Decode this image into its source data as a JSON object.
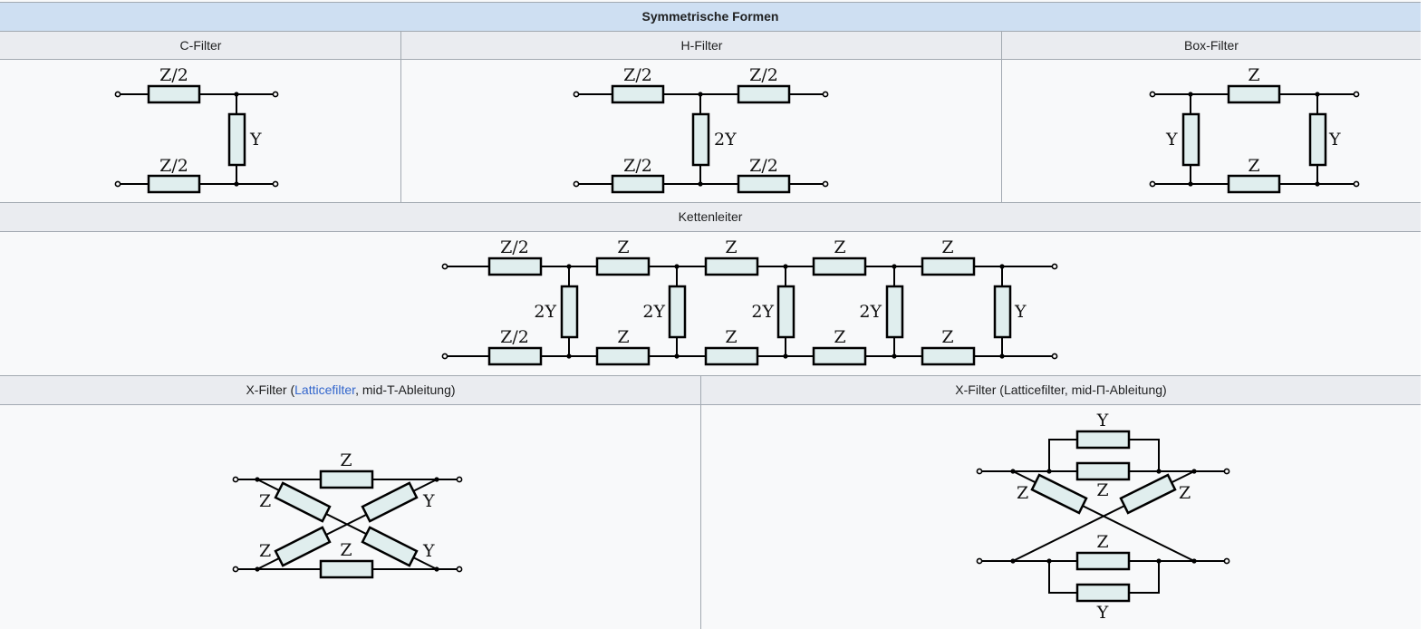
{
  "title": "Symmetrische Formen",
  "headers": {
    "c_filter": "C-Filter",
    "h_filter": "H-Filter",
    "box_filter": "Box-Filter",
    "ketten": "Kettenleiter",
    "xt_prefix": "X-Filter (",
    "xt_link": "Latticefilter",
    "xt_suffix": ", mid-T-Ableitung)",
    "xpi": "X-Filter (Latticefilter, mid-Π-Ableitung)"
  },
  "labels": {
    "z": "Z",
    "z2": "Z/2",
    "y": "Y",
    "y2": "2Y"
  },
  "colors": {
    "component_fill": "#e0eeee",
    "wire": "#000000",
    "title_bg": "#cedff2",
    "header_bg": "#eaecf0",
    "link": "#3366cc"
  }
}
